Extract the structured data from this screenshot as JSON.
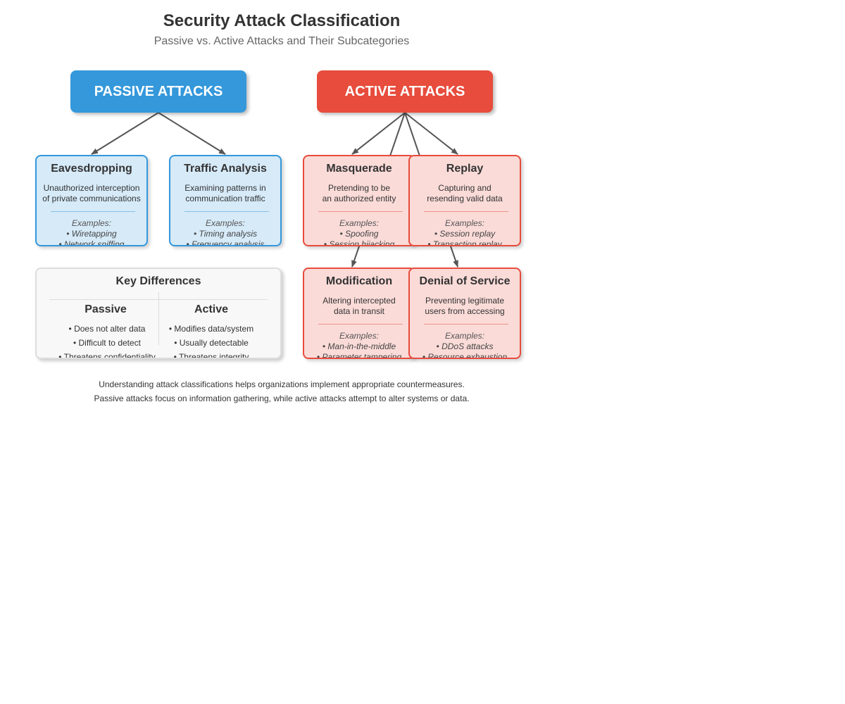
{
  "title": "Security Attack Classification",
  "subtitle": "Passive vs. Active Attacks and Their Subcategories",
  "colors": {
    "passive_header": "#3498db",
    "active_header": "#e74c3c",
    "passive_card_bg": "#d6eaf8",
    "active_card_bg": "#fadbd8",
    "arrow": "#555555"
  },
  "categories": {
    "passive": {
      "label": "PASSIVE ATTACKS"
    },
    "active": {
      "label": "ACTIVE ATTACKS"
    }
  },
  "cards": [
    {
      "title": "Eavesdropping",
      "desc": [
        "Unauthorized interception",
        "of private communications"
      ],
      "examples_label": "Examples:",
      "examples": [
        "• Wiretapping",
        "• Network sniffing"
      ]
    },
    {
      "title": "Traffic Analysis",
      "desc": [
        "Examining patterns in",
        "communication traffic"
      ],
      "examples_label": "Examples:",
      "examples": [
        "• Timing analysis",
        "• Frequency analysis"
      ]
    },
    {
      "title": "Masquerade",
      "desc": [
        "Pretending to be",
        "an authorized entity"
      ],
      "examples_label": "Examples:",
      "examples": [
        "• Spoofing",
        "• Session hijacking"
      ]
    },
    {
      "title": "Replay",
      "desc": [
        "Capturing and",
        "resending valid data"
      ],
      "examples_label": "Examples:",
      "examples": [
        "• Session replay",
        "• Transaction replay"
      ]
    },
    {
      "title": "Modification",
      "desc": [
        "Altering intercepted",
        "data in transit"
      ],
      "examples_label": "Examples:",
      "examples": [
        "• Man-in-the-middle",
        "• Parameter tampering"
      ]
    },
    {
      "title": "Denial of Service",
      "desc": [
        "Preventing legitimate",
        "users from accessing"
      ],
      "examples_label": "Examples:",
      "examples": [
        "• DDoS attacks",
        "• Resource exhaustion"
      ]
    }
  ],
  "key_differences": {
    "title": "Key Differences",
    "passive": {
      "heading": "Passive",
      "items": [
        "• Does not alter data",
        "• Difficult to detect",
        "• Threatens confidentiality"
      ]
    },
    "active": {
      "heading": "Active",
      "items": [
        "• Modifies data/system",
        "• Usually detectable",
        "• Threatens integrity"
      ]
    }
  },
  "footer": [
    "Understanding attack classifications helps organizations implement appropriate countermeasures.",
    "Passive attacks focus on information gathering, while active attacks attempt to alter systems or data."
  ]
}
